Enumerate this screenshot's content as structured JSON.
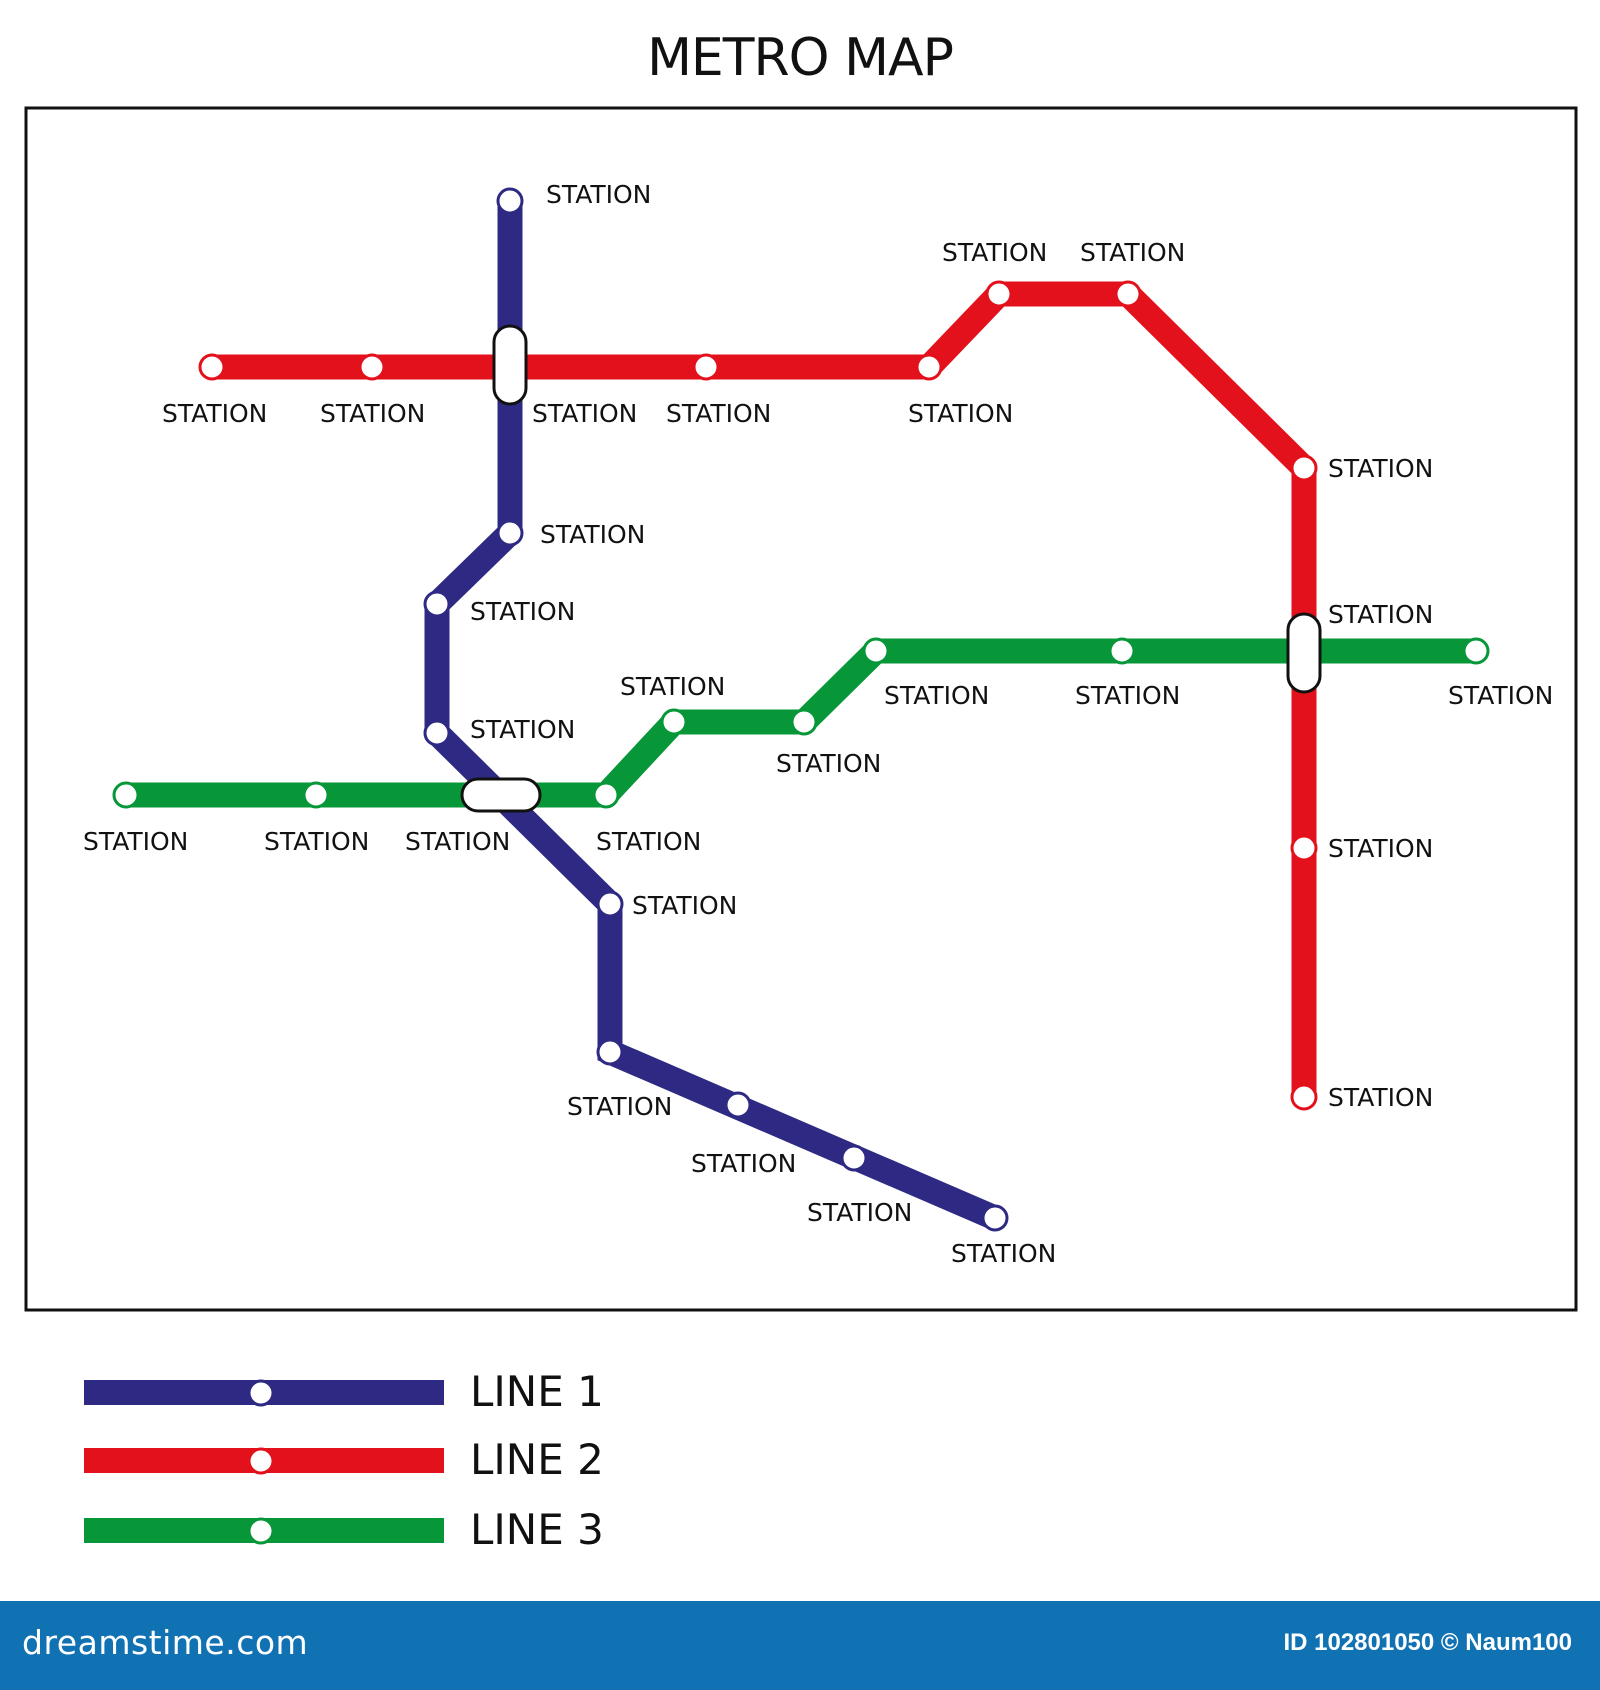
{
  "title": "METRO MAP",
  "colors": {
    "line1": "#2e2a83",
    "line2": "#e3111b",
    "line3": "#079739",
    "frame": "#111111",
    "footer": "#1172b3"
  },
  "station_label": "STATION",
  "legend": [
    {
      "label": "LINE 1",
      "color": "#2e2a83"
    },
    {
      "label": "LINE 2",
      "color": "#e3111b"
    },
    {
      "label": "LINE 3",
      "color": "#079739"
    }
  ],
  "footer": {
    "brand": "dreamstime.com",
    "id": "ID 102801050 © Naum100"
  }
}
